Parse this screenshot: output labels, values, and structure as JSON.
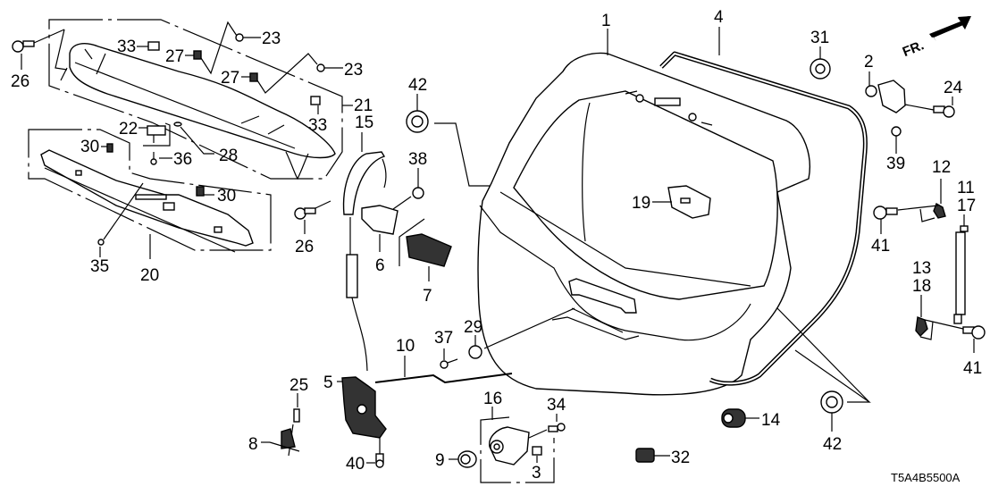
{
  "diagram": {
    "title_code": "T5A4B5500A",
    "direction_label": "FR.",
    "callouts": {
      "c1": "1",
      "c2": "2",
      "c3": "3",
      "c4": "4",
      "c5": "5",
      "c6": "6",
      "c7": "7",
      "c8": "8",
      "c9": "9",
      "c10": "10",
      "c11": "11",
      "c12": "12",
      "c13": "13",
      "c14": "14",
      "c15": "15",
      "c16": "16",
      "c17": "17",
      "c18": "18",
      "c19": "19",
      "c20": "20",
      "c21": "21",
      "c22": "22",
      "c23a": "23",
      "c23b": "23",
      "c24": "24",
      "c25": "25",
      "c26a": "26",
      "c26b": "26",
      "c27a": "27",
      "c27b": "27",
      "c28": "28",
      "c29": "29",
      "c30a": "30",
      "c30b": "30",
      "c31": "31",
      "c32": "32",
      "c33a": "33",
      "c33b": "33",
      "c34": "34",
      "c35": "35",
      "c36": "36",
      "c37": "37",
      "c38": "38",
      "c39": "39",
      "c40": "40",
      "c41a": "41",
      "c41b": "41",
      "c42a": "42",
      "c42b": "42"
    }
  }
}
